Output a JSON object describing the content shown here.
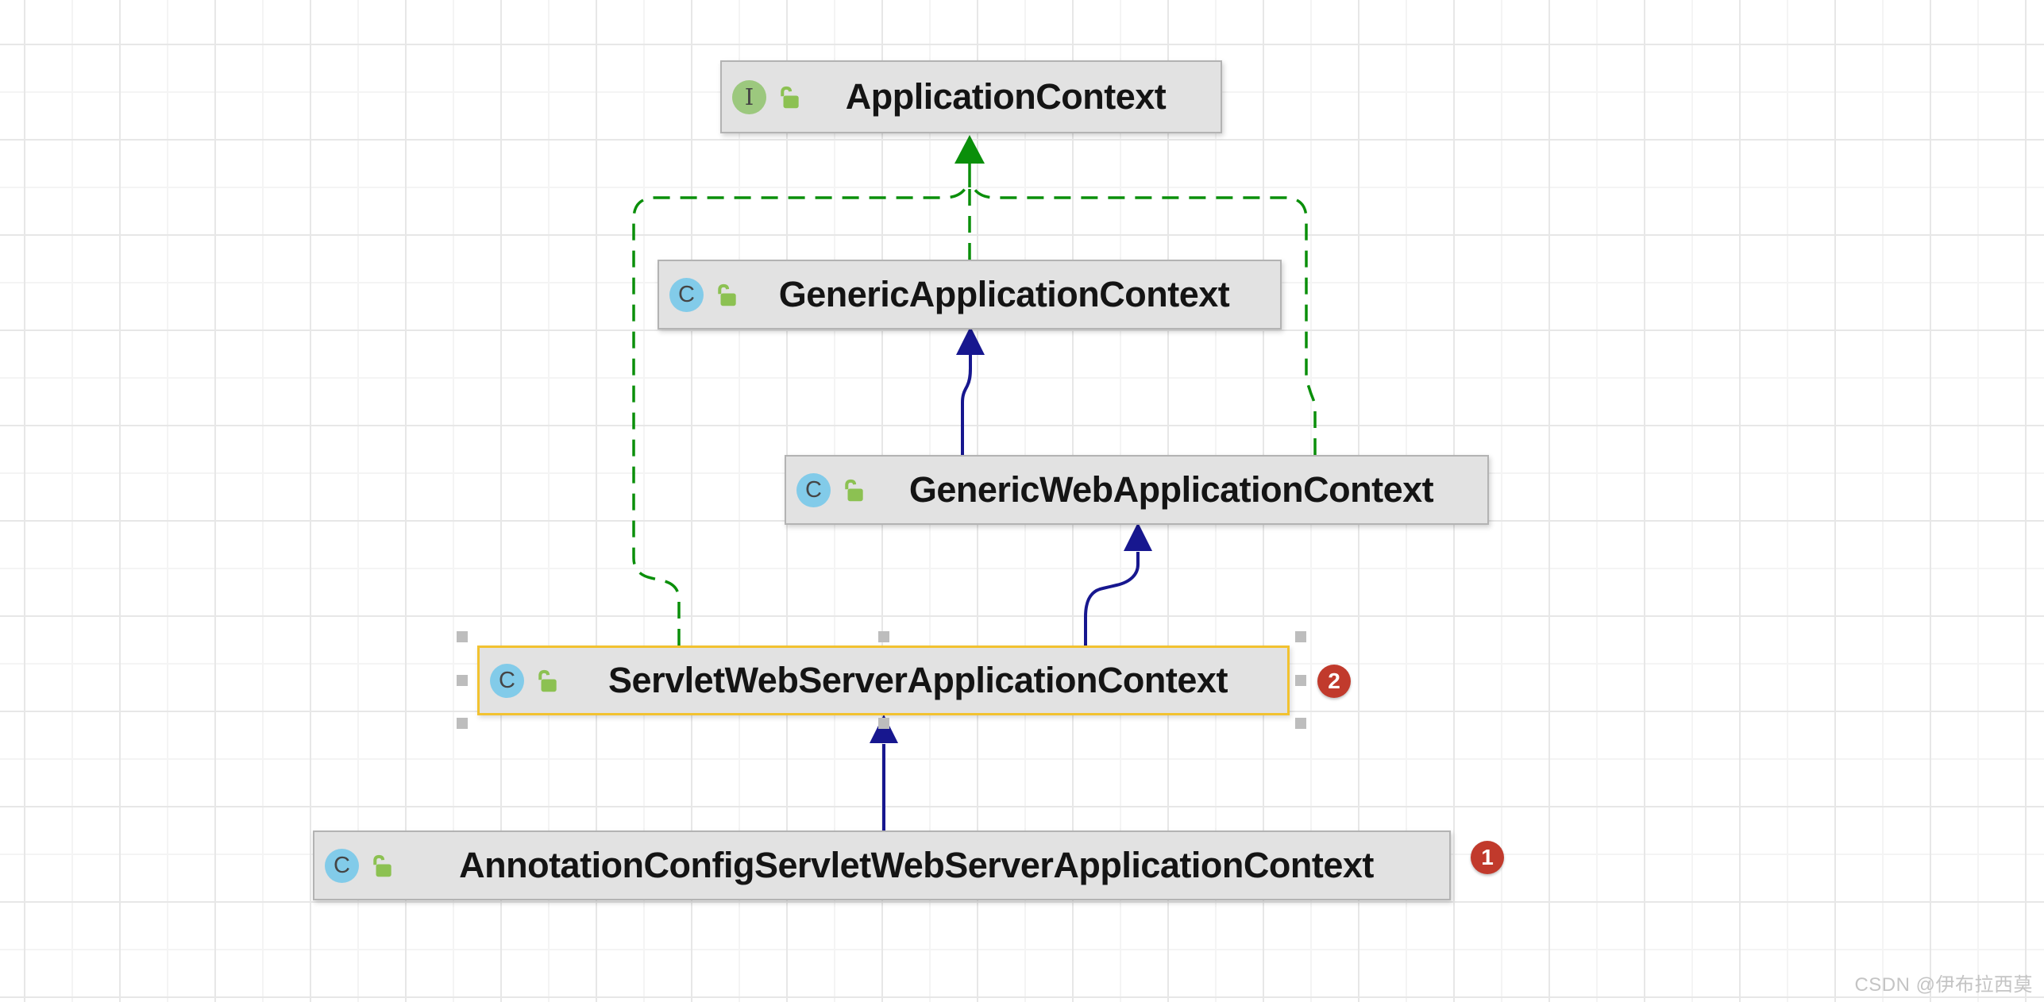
{
  "diagram": {
    "nodes": [
      {
        "label": "ApplicationContext",
        "kind": "interface",
        "icon_letter": "I",
        "visibility": "public"
      },
      {
        "label": "GenericApplicationContext",
        "kind": "class",
        "icon_letter": "C",
        "visibility": "public"
      },
      {
        "label": "GenericWebApplicationContext",
        "kind": "class",
        "icon_letter": "C",
        "visibility": "public"
      },
      {
        "label": "ServletWebServerApplicationContext",
        "kind": "class",
        "icon_letter": "C",
        "visibility": "public",
        "selected": true,
        "badge": "2"
      },
      {
        "label": "AnnotationConfigServletWebServerApplicationContext",
        "kind": "class",
        "icon_letter": "C",
        "visibility": "public",
        "badge": "1"
      }
    ],
    "edges": [
      {
        "from": "GenericApplicationContext",
        "to": "ApplicationContext",
        "type": "implements",
        "style": "green-dashed"
      },
      {
        "from": "GenericWebApplicationContext",
        "to": "ApplicationContext",
        "type": "implements",
        "style": "green-dashed"
      },
      {
        "from": "ServletWebServerApplicationContext",
        "to": "ApplicationContext",
        "type": "implements",
        "style": "green-dashed"
      },
      {
        "from": "GenericWebApplicationContext",
        "to": "GenericApplicationContext",
        "type": "extends",
        "style": "blue-solid"
      },
      {
        "from": "ServletWebServerApplicationContext",
        "to": "GenericWebApplicationContext",
        "type": "extends",
        "style": "blue-solid"
      },
      {
        "from": "AnnotationConfigServletWebServerApplicationContext",
        "to": "ServletWebServerApplicationContext",
        "type": "extends",
        "style": "blue-solid"
      }
    ]
  },
  "watermark": "CSDN @伊布拉西莫",
  "colors": {
    "node_fill": "#e2e2e2",
    "node_border": "#b3b3b3",
    "selection_gold": "#f2c230",
    "edge_implements_green": "#0a8f0a",
    "edge_extends_blue": "#17178f",
    "badge_red": "#c13a2c",
    "interface_icon_green": "#9cc87e",
    "class_icon_blue": "#82cbe9",
    "lock_icon_green": "#8cc152",
    "grid_line": "#e7e7e7",
    "watermark_gray": "#c4c4c4"
  }
}
